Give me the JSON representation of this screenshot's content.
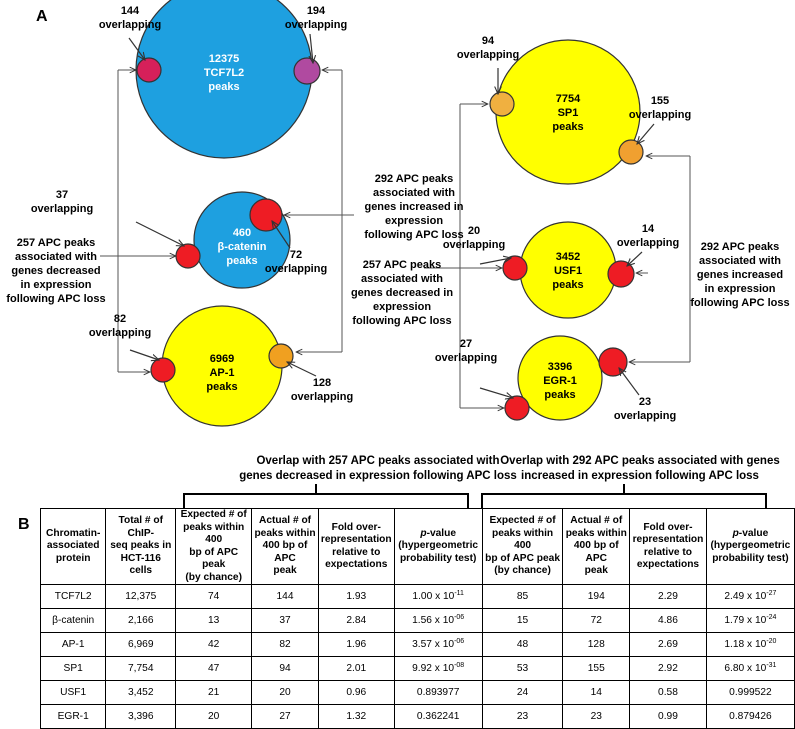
{
  "panel_a": {
    "label": "A",
    "venn_groups": [
      {
        "id": "tcf7l2",
        "count": "12375",
        "name": "TCF7L2",
        "unit": "peaks",
        "color": "#1ea0e0",
        "left_overlap": {
          "n": "144",
          "word": "overlapping"
        },
        "right_overlap": {
          "n": "194",
          "word": "overlapping"
        }
      },
      {
        "id": "bcatenin",
        "count": "460",
        "name": "β-catenin",
        "unit": "peaks",
        "color": "#1ea0e0",
        "left_overlap": {
          "n": "37",
          "word": "overlapping"
        },
        "right_overlap": {
          "n": "72",
          "word": "overlapping"
        }
      },
      {
        "id": "ap1",
        "count": "6969",
        "name": "AP-1",
        "unit": "peaks",
        "color": "#ffff00",
        "left_overlap": {
          "n": "82",
          "word": "overlapping"
        },
        "right_overlap": {
          "n": "128",
          "word": "overlapping"
        }
      },
      {
        "id": "sp1",
        "count": "7754",
        "name": "SP1",
        "unit": "peaks",
        "color": "#ffff00",
        "left_overlap": {
          "n": "94",
          "word": "overlapping"
        },
        "right_overlap": {
          "n": "155",
          "word": "overlapping"
        }
      },
      {
        "id": "usf1",
        "count": "3452",
        "name": "USF1",
        "unit": "peaks",
        "color": "#ffff00",
        "left_overlap": {
          "n": "20",
          "word": "overlapping"
        },
        "right_overlap": {
          "n": "14",
          "word": "overlapping"
        }
      },
      {
        "id": "egr1",
        "count": "3396",
        "name": "EGR-1",
        "unit": "peaks",
        "color": "#ffff00",
        "left_overlap": {
          "n": "27",
          "word": "overlapping"
        },
        "right_overlap": {
          "n": "23",
          "word": "overlapping"
        }
      }
    ],
    "apc_labels": {
      "decreased": [
        "257 APC peaks",
        "associated with",
        "genes decreased",
        "in expression",
        "following APC loss"
      ],
      "increased": [
        "292 APC peaks",
        "associated with",
        "genes increased in",
        "expression",
        "following APC loss"
      ],
      "decreased_right": [
        "257 APC peaks",
        "associated with",
        "genes decreased in",
        "expression",
        "following APC loss"
      ],
      "increased_right": [
        "292 APC peaks",
        "associated with",
        "genes increased",
        "in expression",
        "following APC loss"
      ]
    },
    "apc_color": "#ee1c24"
  },
  "panel_b": {
    "label": "B",
    "group_headers": {
      "decreased": [
        "Overlap with 257 APC peaks associated with",
        "genes decreased in expression following APC loss"
      ],
      "increased": [
        "Overlap with 292 APC peaks associated with genes",
        "increased in expression  following APC loss"
      ]
    },
    "columns": [
      [
        "Chromatin-",
        "associated",
        "protein"
      ],
      [
        "Total # of ChIP-",
        "seq peaks in",
        "HCT-116 cells"
      ],
      [
        "Expected # of",
        "peaks within 400",
        "bp of APC peak",
        "(by chance)"
      ],
      [
        "Actual # of",
        "peaks within",
        "400 bp of APC",
        "peak"
      ],
      [
        "Fold over-",
        "representation",
        "relative to",
        "expectations"
      ],
      [
        "p-value",
        "(hypergeometric",
        "probability test)"
      ],
      [
        "Expected # of",
        "peaks within 400",
        "bp of APC peak",
        "(by chance)"
      ],
      [
        "Actual # of",
        "peaks within",
        "400 bp of APC",
        "peak"
      ],
      [
        "Fold over-",
        "representation",
        "relative to",
        "expectations"
      ],
      [
        "p-value",
        "(hypergeometric",
        "probability test)"
      ]
    ],
    "rows": [
      {
        "protein": "TCF7L2",
        "total": "12,375",
        "exp1": "74",
        "act1": "144",
        "fold1": "1.93",
        "p1": {
          "m": "1.00 x 10",
          "e": "-11"
        },
        "exp2": "85",
        "act2": "194",
        "fold2": "2.29",
        "p2": {
          "m": "2.49 x 10",
          "e": "-27"
        }
      },
      {
        "protein": "β-catenin",
        "total": "2,166",
        "exp1": "13",
        "act1": "37",
        "fold1": "2.84",
        "p1": {
          "m": "1.56 x 10",
          "e": "-06"
        },
        "exp2": "15",
        "act2": "72",
        "fold2": "4.86",
        "p2": {
          "m": "1.79 x 10",
          "e": "-24"
        }
      },
      {
        "protein": "AP-1",
        "total": "6,969",
        "exp1": "42",
        "act1": "82",
        "fold1": "1.96",
        "p1": {
          "m": "3.57 x 10",
          "e": "-06"
        },
        "exp2": "48",
        "act2": "128",
        "fold2": "2.69",
        "p2": {
          "m": "1.18 x 10",
          "e": "-20"
        }
      },
      {
        "protein": "SP1",
        "total": "7,754",
        "exp1": "47",
        "act1": "94",
        "fold1": "2.01",
        "p1": {
          "m": "9.92 x 10",
          "e": "-08"
        },
        "exp2": "53",
        "act2": "155",
        "fold2": "2.92",
        "p2": {
          "m": "6.80 x 10",
          "e": "-31"
        }
      },
      {
        "protein": "USF1",
        "total": "3,452",
        "exp1": "21",
        "act1": "20",
        "fold1": "0.96",
        "p1": {
          "m": "0.893977",
          "e": ""
        },
        "exp2": "24",
        "act2": "14",
        "fold2": "0.58",
        "p2": {
          "m": "0.999522",
          "e": ""
        }
      },
      {
        "protein": "EGR-1",
        "total": "3,396",
        "exp1": "20",
        "act1": "27",
        "fold1": "1.32",
        "p1": {
          "m": "0.362241",
          "e": ""
        },
        "exp2": "23",
        "act2": "23",
        "fold2": "0.99",
        "p2": {
          "m": "0.879426",
          "e": ""
        }
      }
    ]
  }
}
